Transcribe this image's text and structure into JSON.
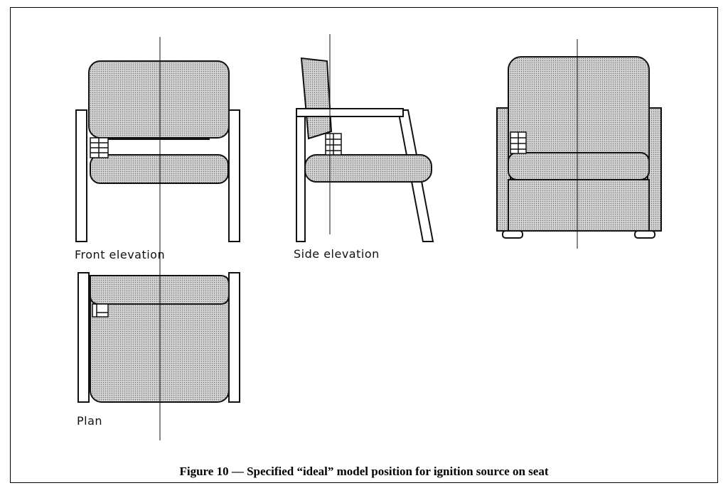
{
  "figure": {
    "caption": "Figure 10 — Specified “ideal” model position for ignition source on seat",
    "views": {
      "front": "Front elevation",
      "side": "Side elevation",
      "plan": "Plan"
    }
  },
  "colors": {
    "line": "#111111",
    "fill": "#c9c9c9",
    "dot": "#7a7a7a",
    "background": "#ffffff"
  }
}
